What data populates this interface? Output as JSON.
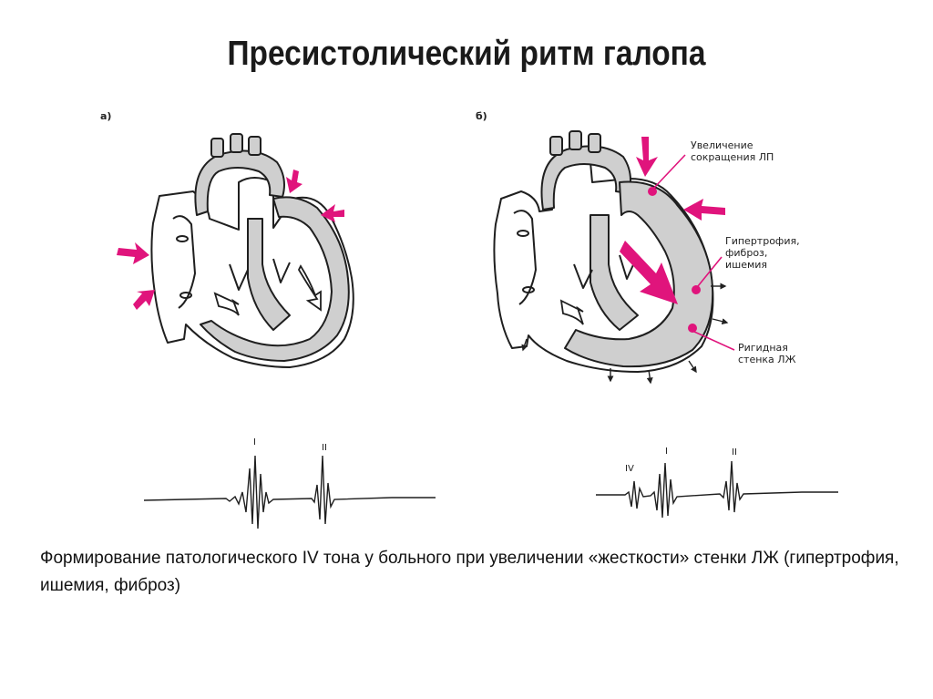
{
  "slide": {
    "title": "Пресистолический ритм галопа",
    "caption": "Формирование патологического IV тона у больного при увеличении «жесткости» стенки ЛЖ (гипертрофия, ишемия, фиброз)"
  },
  "panel_a": {
    "label": "а)",
    "tones": {
      "first": "I",
      "second": "II"
    }
  },
  "panel_b": {
    "label": "б)",
    "callouts": {
      "atrial": "Увеличение\nсокращения ЛП",
      "hypertrophy": "Гипертрофия,\nфиброз,\nишемия",
      "rigid": "Ригидная\nстенка ЛЖ"
    },
    "tones": {
      "fourth": "IV",
      "first": "I",
      "second": "II"
    }
  },
  "colors": {
    "accent": "#e0147c",
    "wall_fill": "#cfcfcf",
    "outline": "#1f1f1f"
  }
}
